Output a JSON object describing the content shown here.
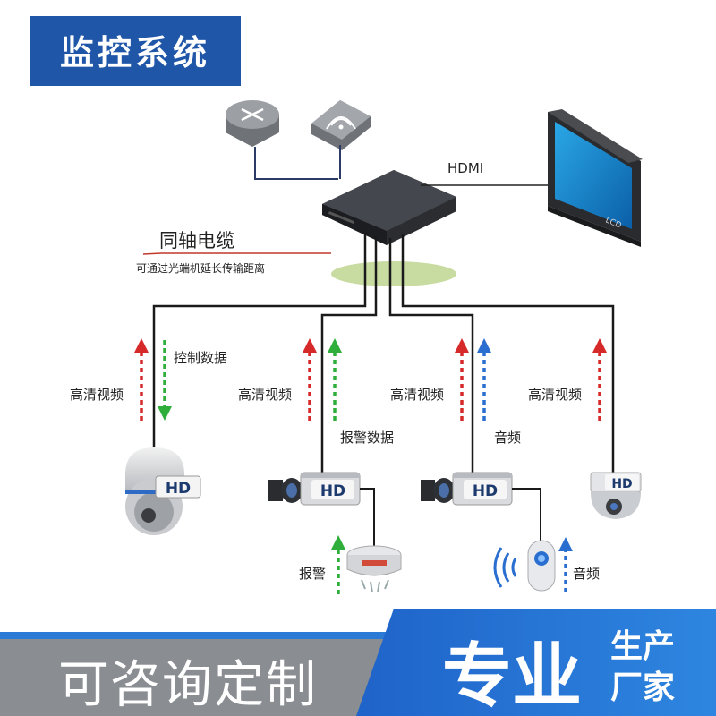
{
  "header": {
    "title": "监控系统"
  },
  "diagram": {
    "hdmi_label": "HDMI",
    "lcd_label": "LCD",
    "cable_title": "同轴电缆",
    "cable_subtitle": "可通过光端机延长传输距离",
    "hd_badge": "HD",
    "labels": {
      "video1": "高清视频",
      "control": "控制数据",
      "video2": "高清视频",
      "alarm_data": "报警数据",
      "video3": "高清视频",
      "audio1": "音频",
      "video4": "高清视频",
      "alarm": "报警",
      "audio2": "音频"
    }
  },
  "footer": {
    "left_text": "可咨询定制",
    "right_big": "专业",
    "right_small_1": "生产",
    "right_small_2": "厂家"
  },
  "colors": {
    "header_blue": "#1f56a8",
    "footer_blue": "#2a7ad6",
    "footer_gray": "#8a8d91",
    "arrow_red": "#d62a2a",
    "arrow_green": "#2fae3c",
    "arrow_blue": "#2a6fd0"
  }
}
